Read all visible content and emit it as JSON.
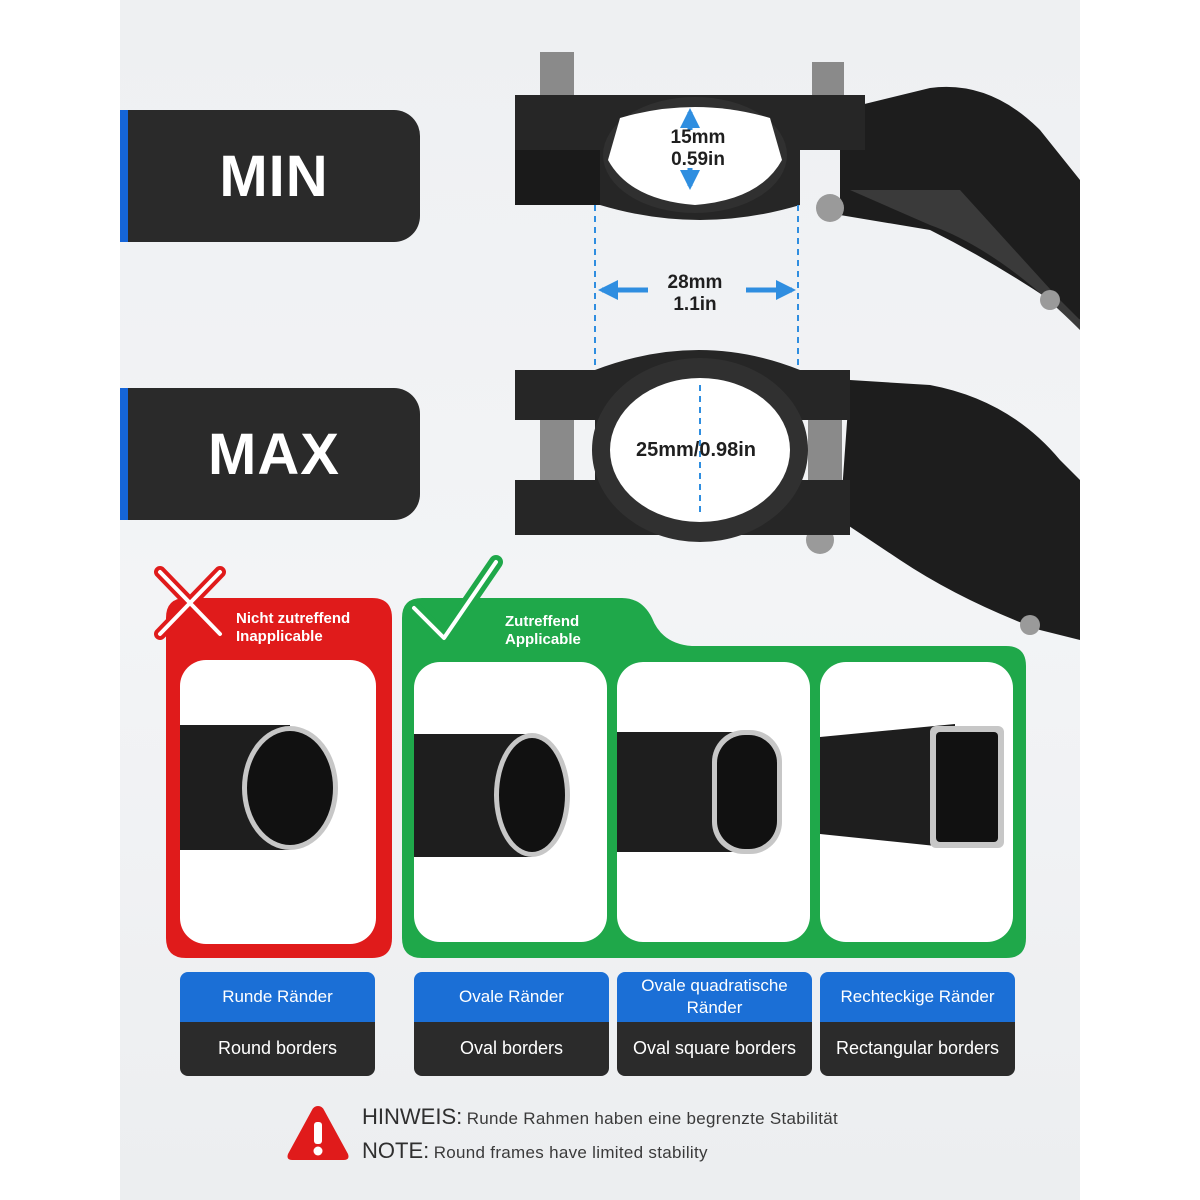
{
  "labels": {
    "min": "MIN",
    "max": "MAX"
  },
  "dimensions": {
    "min_height_mm": "15mm",
    "min_height_in": "0.59in",
    "width_mm": "28mm",
    "width_in": "1.1in",
    "max_height": "25mm/0.98in"
  },
  "inapplicable": {
    "de": "Nicht zutreffend",
    "en": "Inapplicable"
  },
  "applicable": {
    "de": "Zutreffend",
    "en": "Applicable"
  },
  "cards": [
    {
      "de": "Runde Ränder",
      "en": "Round borders"
    },
    {
      "de": "Ovale Ränder",
      "en": "Oval borders"
    },
    {
      "de": "Ovale quadratische Ränder",
      "en": "Oval square borders"
    },
    {
      "de": "Rechteckige Ränder",
      "en": "Rectangular borders"
    }
  ],
  "note": {
    "hinweis_key": "HINWEIS:",
    "hinweis_text": "Runde Rahmen haben eine begrenzte Stabilität",
    "note_key": "NOTE:",
    "note_text": "Round frames have limited stability"
  },
  "colors": {
    "brand_blue": "#1b6fd6",
    "arrow_blue": "#2f8ee0",
    "reject_red": "#e01b1b",
    "accept_green": "#1fa84a",
    "dark": "#2a2a2a"
  },
  "icons": [
    "cross-icon",
    "checkmark-icon",
    "warning-icon"
  ]
}
